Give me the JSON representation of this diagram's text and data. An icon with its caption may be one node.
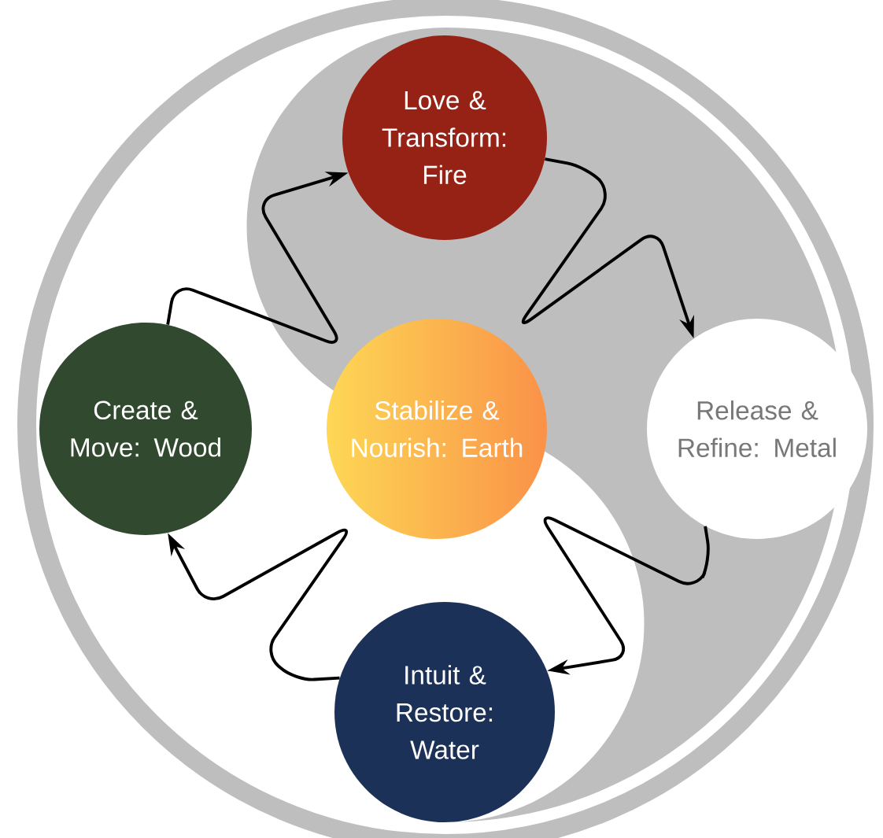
{
  "diagram": {
    "nodes": [
      {
        "text": [
          "Love & Transform: Fire"
        ]
      },
      {
        "text": [
          "Create & Move: Wood"
        ]
      },
      {
        "text": [
          "Stabilize & Nourish: Earth"
        ]
      },
      {
        "text": [
          "Release & Refine: Metal"
        ]
      },
      {
        "text": [
          "Intuit & Restore: Water"
        ]
      }
    ],
    "edges": [
      {
        "from": 1,
        "to": 0,
        "arrow": "to"
      },
      {
        "from": 0,
        "to": 3,
        "arrow": "to"
      },
      {
        "from": 3,
        "to": 4,
        "arrow": "to"
      },
      {
        "from": 4,
        "to": 1,
        "arrow": "to"
      }
    ]
  }
}
